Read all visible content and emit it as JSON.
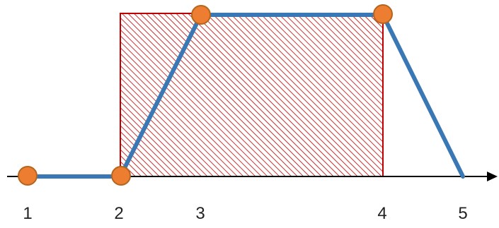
{
  "diagram": {
    "points": [
      {
        "id": "p1",
        "label": "1"
      },
      {
        "id": "p2",
        "label": "2"
      },
      {
        "id": "p3",
        "label": "3"
      },
      {
        "id": "p4",
        "label": "4"
      },
      {
        "id": "p5",
        "label": "5"
      }
    ],
    "colors": {
      "line": "#3a78b5",
      "marker_fill": "#ed7d31",
      "marker_stroke": "#b5651d",
      "rect_stroke": "#c00000",
      "hatch": "#c00000",
      "axis": "#000000"
    }
  }
}
